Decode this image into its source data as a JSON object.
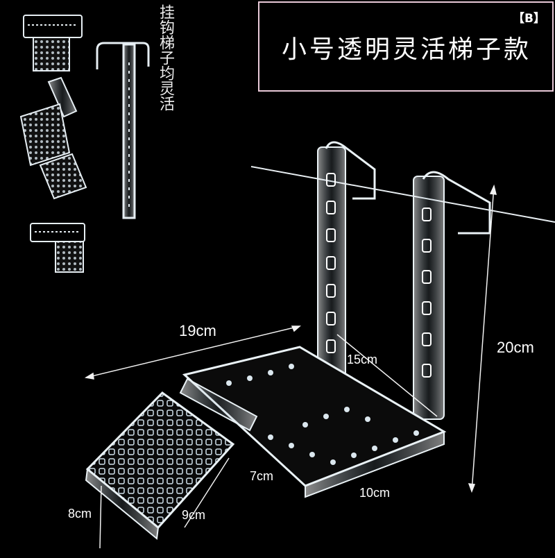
{
  "title": {
    "text": "小号透明灵活梯子款",
    "badge": "【B】",
    "border_color": "#e9c9d8"
  },
  "side_note": "挂钩梯子均灵活",
  "dimensions": {
    "width_top": "19cm",
    "depth": "15cm",
    "height": "20cm",
    "step_length": "7cm",
    "base_width": "10cm",
    "ramp_width": "8cm",
    "ramp_length": "9cm"
  }
}
